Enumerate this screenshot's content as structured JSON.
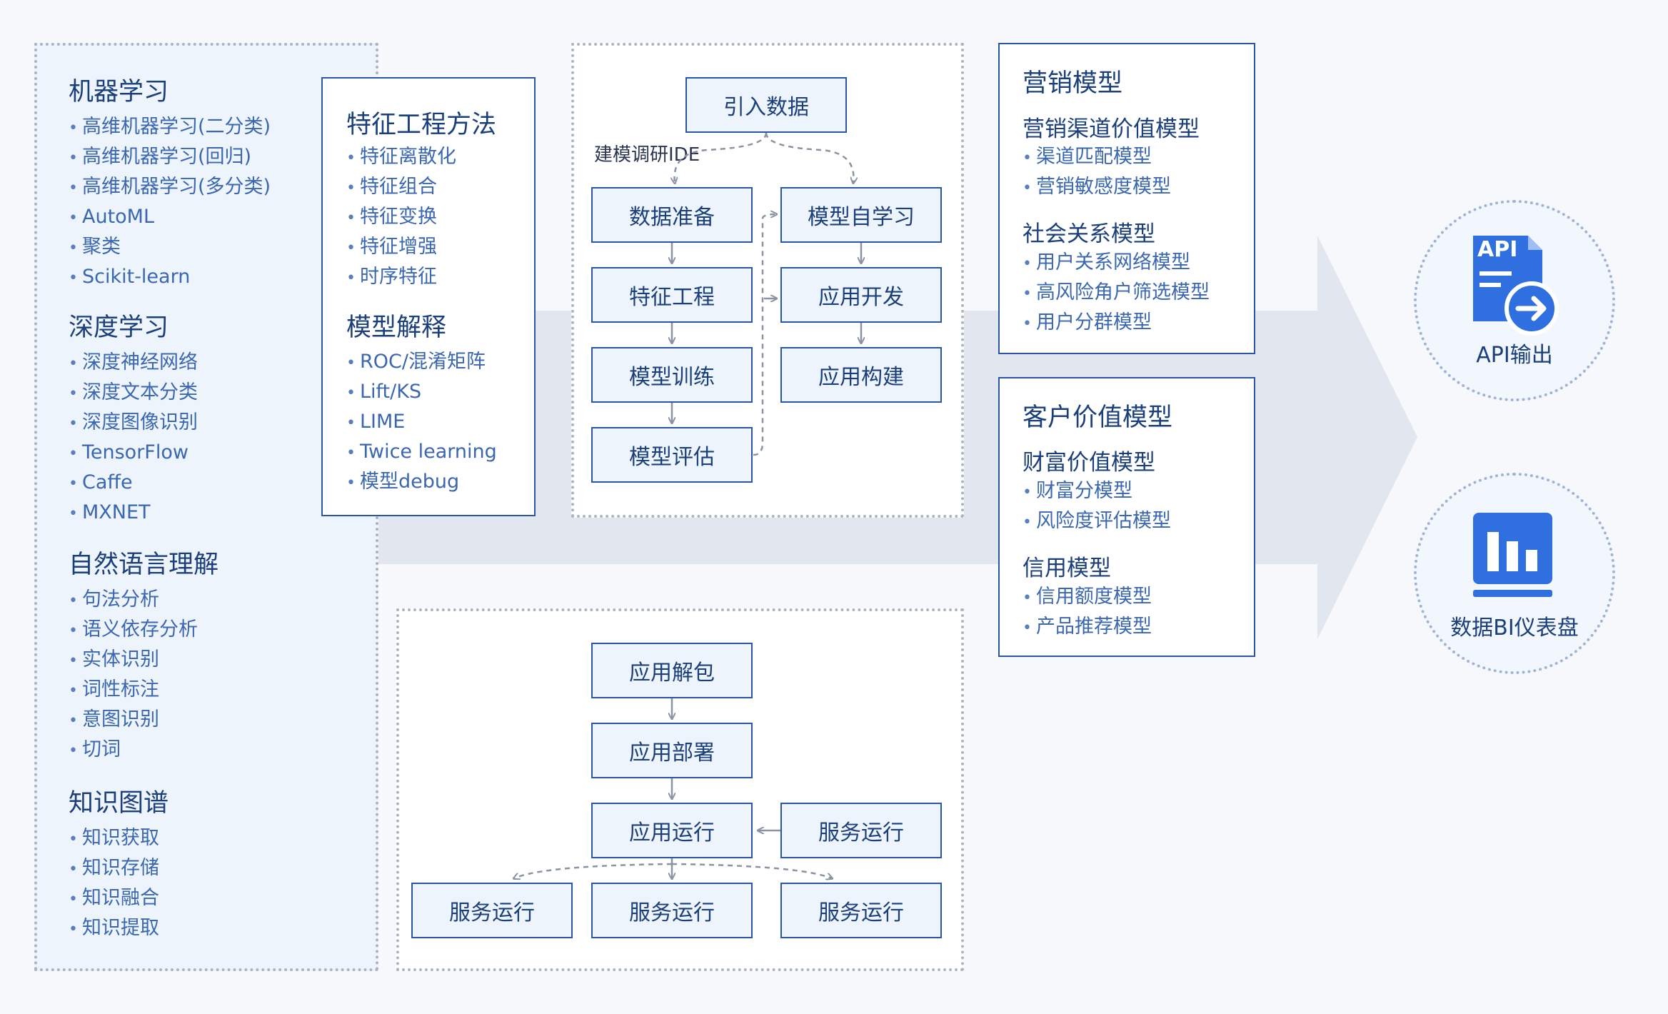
{
  "ml_panel": {
    "sections": [
      {
        "title": "机器学习",
        "items": [
          "高维机器学习(二分类)",
          "高维机器学习(回归)",
          "高维机器学习(多分类)",
          "AutoML",
          "聚类",
          "Scikit-learn"
        ]
      },
      {
        "title": "深度学习",
        "items": [
          "深度神经网络",
          "深度文本分类",
          "深度图像识别",
          "TensorFlow",
          "Caffe",
          "MXNET"
        ]
      },
      {
        "title": "自然语言理解",
        "items": [
          "句法分析",
          "语义依存分析",
          "实体识别",
          "词性标注",
          "意图识别",
          "切词"
        ]
      },
      {
        "title": "知识图谱",
        "items": [
          "知识获取",
          "知识存储",
          "知识融合",
          "知识提取"
        ]
      }
    ]
  },
  "feature_panel": {
    "sections": [
      {
        "title": "特征工程方法",
        "items": [
          "特征离散化",
          "特征组合",
          "特征变换",
          "特征增强",
          "时序特征"
        ]
      },
      {
        "title": "模型解释",
        "items": [
          "ROC/混淆矩阵",
          "Lift/KS",
          "LIME",
          "Twice learning",
          "模型debug"
        ]
      }
    ]
  },
  "modeling_flow": {
    "ide_label": "建模调研IDE",
    "import": "引入数据",
    "left": [
      "数据准备",
      "特征工程",
      "模型训练",
      "模型评估"
    ],
    "right": [
      "模型自学习",
      "应用开发",
      "应用构建"
    ]
  },
  "deploy_flow": {
    "unpack": "应用解包",
    "deploy": "应用部署",
    "run": "应用运行",
    "service_in": "服务运行",
    "services_out": [
      "服务运行",
      "服务运行",
      "服务运行"
    ]
  },
  "marketing_panel": {
    "title": "营销模型",
    "sections": [
      {
        "title": "营销渠道价值模型",
        "items": [
          "渠道匹配模型",
          "营销敏感度模型"
        ]
      },
      {
        "title": "社会关系模型",
        "items": [
          "用户关系网络模型",
          "高风险角户筛选模型",
          "用户分群模型"
        ]
      }
    ]
  },
  "customer_panel": {
    "title": "客户价值模型",
    "sections": [
      {
        "title": "财富价值模型",
        "items": [
          "财富分模型",
          "风险度评估模型"
        ]
      },
      {
        "title": "信用模型",
        "items": [
          "信用额度模型",
          "产品推荐模型"
        ]
      }
    ]
  },
  "outputs": {
    "api": {
      "icon_text": "API",
      "label": "API输出",
      "icon": "api-doc-icon"
    },
    "bi": {
      "label": "数据BI仪表盘",
      "icon": "bar-chart-icon"
    }
  },
  "colors": {
    "accent": "#2a56a6",
    "box_fill": "#eef4fc",
    "arrow_band": "#e2e6ee",
    "icon_blue": "#2f6fe0"
  }
}
